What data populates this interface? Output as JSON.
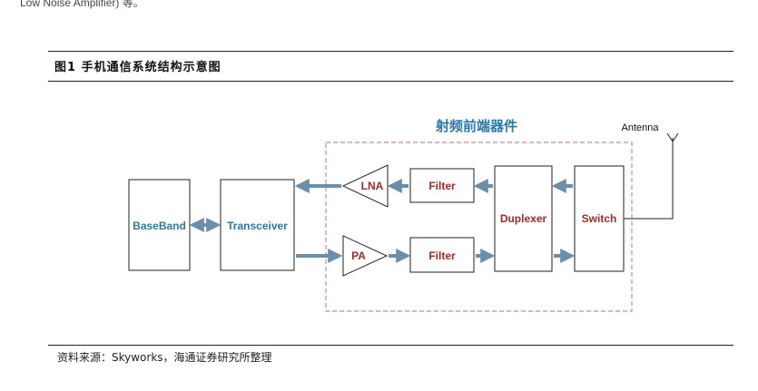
{
  "top_cut_text": "Low Noise Amplifier) 等。",
  "figure_title": "图1  手机通信系统结构示意图",
  "source_note": "资料来源：Skyworks，海通证券研究所整理",
  "diagram": {
    "group_title": "射频前端器件",
    "antenna_label": "Antenna",
    "baseband": "BaseBand",
    "transceiver": "Transceiver",
    "lna": "LNA",
    "pa": "PA",
    "filter_top": "Filter",
    "filter_bottom": "Filter",
    "duplexer": "Duplexer",
    "switch": "Switch"
  },
  "colors": {
    "blue_text": "#2a78a8",
    "red_text": "#a32a2a",
    "arrow": "#6b8fa8",
    "dash_border": "#d08a8a",
    "group_title": "#2a78a8"
  }
}
